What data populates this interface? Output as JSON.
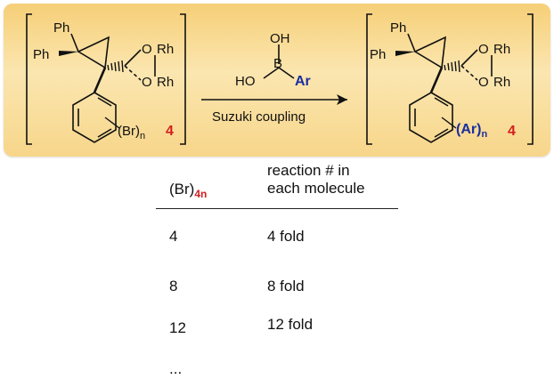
{
  "scheme": {
    "left": {
      "ph_top": "Ph",
      "ph_left": "Ph",
      "o_top": "O",
      "o_bottom": "O",
      "rh_top": "Rh",
      "rh_bottom": "Rh",
      "substituent": "(Br)",
      "subscript_n": "n",
      "multiplier": "4"
    },
    "reagent": {
      "oh_top": "OH",
      "boron": "B",
      "ho_left": "HO",
      "aryl": "Ar"
    },
    "arrow_label": "Suzuki coupling",
    "right": {
      "ph_top": "Ph",
      "ph_left": "Ph",
      "o_top": "O",
      "o_bottom": "O",
      "rh_top": "Rh",
      "rh_bottom": "Rh",
      "substituent": "(Ar)",
      "subscript_n": "n",
      "multiplier": "4"
    }
  },
  "table": {
    "header_col1_main": "(Br)",
    "header_col1_sub": "4n",
    "header_col2_line1": "reaction # in",
    "header_col2_line2": "each molecule",
    "rows": [
      {
        "count": "4",
        "fold": "4 fold"
      },
      {
        "count": "8",
        "fold": "8 fold"
      },
      {
        "count": "12",
        "fold": "12 fold"
      },
      {
        "count": "...",
        "fold": ""
      }
    ]
  },
  "colors": {
    "panel": "#f6cf78",
    "aryl_blue": "#1a2ea0",
    "count_red": "#d21f1f"
  }
}
